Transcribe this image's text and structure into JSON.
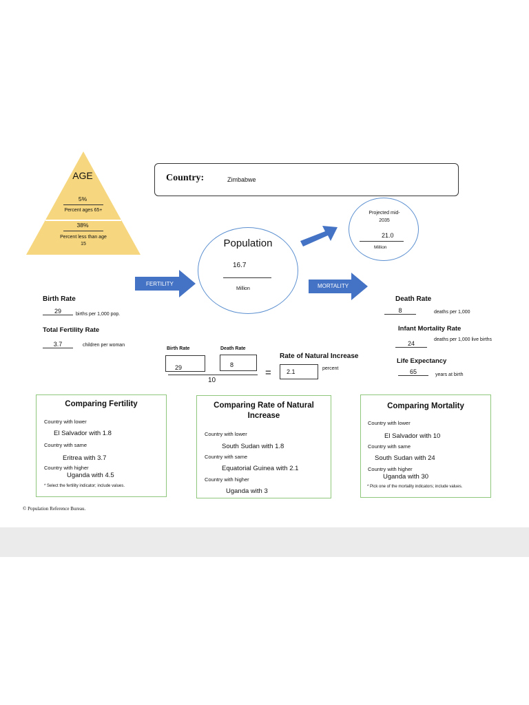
{
  "age": {
    "title": "AGE",
    "pct65": "5%",
    "pct65_label": "Percent ages 65+",
    "pct15": "38%",
    "pct15_label": "Percent less than age 15"
  },
  "country": {
    "label": "Country:",
    "value": "Zimbabwe"
  },
  "population": {
    "title": "Population",
    "value": "16.7",
    "unit": "Million"
  },
  "projected": {
    "title": "Projected mid-2035",
    "value": "21.0",
    "unit": "Million"
  },
  "arrows": {
    "fertility": "FERTILITY",
    "mortality": "MORTALITY"
  },
  "fertility": {
    "birth_rate_label": "Birth Rate",
    "birth_rate_value": "29",
    "birth_rate_unit": "births per 1,000 pop.",
    "tfr_label": "Total Fertility Rate",
    "tfr_value": "3.7",
    "tfr_unit": "children per woman"
  },
  "mortality": {
    "death_rate_label": "Death Rate",
    "death_rate_value": "8",
    "death_rate_unit": "deaths per 1,000",
    "imr_label": "Infant Mortality Rate",
    "imr_value": "24",
    "imr_unit": "deaths per 1,000 live births",
    "le_label": "Life Expectancy",
    "le_value": "65",
    "le_unit": "years at birth"
  },
  "rni": {
    "birth_label": "Birth Rate",
    "birth_value": "29",
    "death_label": "Death Rate",
    "death_value": "8",
    "divisor": "10",
    "equals": "=",
    "title": "Rate of Natural Increase",
    "value": "2.1",
    "unit": "percent"
  },
  "panels": {
    "fertility": {
      "title": "Comparing Fertility",
      "lower_label": "Country with lower",
      "lower_value": "El Salvador with 1.8",
      "same_label": "Country with same",
      "same_value": "Eritrea with 3.7",
      "higher_label": "Country with higher",
      "higher_value": "Uganda with 4.5",
      "note": "* Select the fertility indicator; include values."
    },
    "rni": {
      "title": "Comparing Rate of Natural Increase",
      "lower_label": "Country with lower",
      "lower_value": "South Sudan with 1.8",
      "same_label": "Country with same",
      "same_value": "Equatorial Guinea with 2.1",
      "higher_label": "Country with higher",
      "higher_value": "Uganda with 3"
    },
    "mortality": {
      "title": "Comparing Mortality",
      "lower_label": "Country with lower",
      "lower_value": "El Salvador with 10",
      "same_label": "Country with same",
      "same_value": "South Sudan with 24",
      "higher_label": "Country with higher",
      "higher_value": "Uganda with 30",
      "note": "* Pick one of the mortality indicators; include values."
    }
  },
  "footer": "© Population Reference Bureau.",
  "colors": {
    "pyramid": "#f6d77f",
    "arrow": "#4472c4",
    "circle": "#5b8fd0",
    "panel_border": "#8ec77c"
  }
}
